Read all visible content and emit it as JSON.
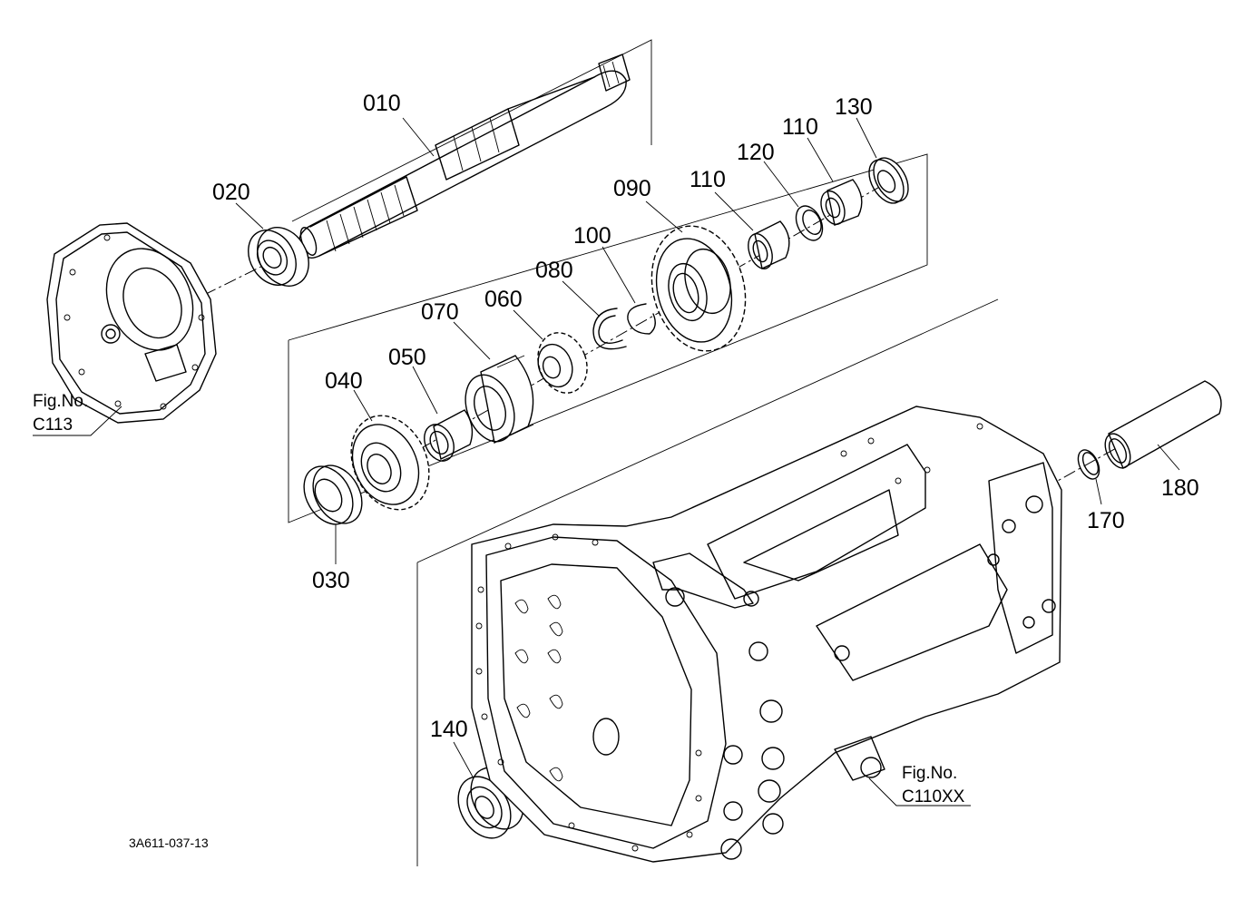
{
  "diagram_code": "3A611-037-13",
  "parts": [
    {
      "id": "p010",
      "label": "010"
    },
    {
      "id": "p020",
      "label": "020"
    },
    {
      "id": "p030",
      "label": "030"
    },
    {
      "id": "p040",
      "label": "040"
    },
    {
      "id": "p050",
      "label": "050"
    },
    {
      "id": "p060",
      "label": "060"
    },
    {
      "id": "p070",
      "label": "070"
    },
    {
      "id": "p080",
      "label": "080"
    },
    {
      "id": "p090",
      "label": "090"
    },
    {
      "id": "p100",
      "label": "100"
    },
    {
      "id": "p110a",
      "label": "110"
    },
    {
      "id": "p110b",
      "label": "110"
    },
    {
      "id": "p120",
      "label": "120"
    },
    {
      "id": "p130",
      "label": "130"
    },
    {
      "id": "p140",
      "label": "140"
    },
    {
      "id": "p170",
      "label": "170"
    },
    {
      "id": "p180",
      "label": "180"
    }
  ],
  "references": [
    {
      "line1": "Fig.No.",
      "line2": "C113"
    },
    {
      "line1": "Fig.No.",
      "line2": "C110XX"
    }
  ]
}
